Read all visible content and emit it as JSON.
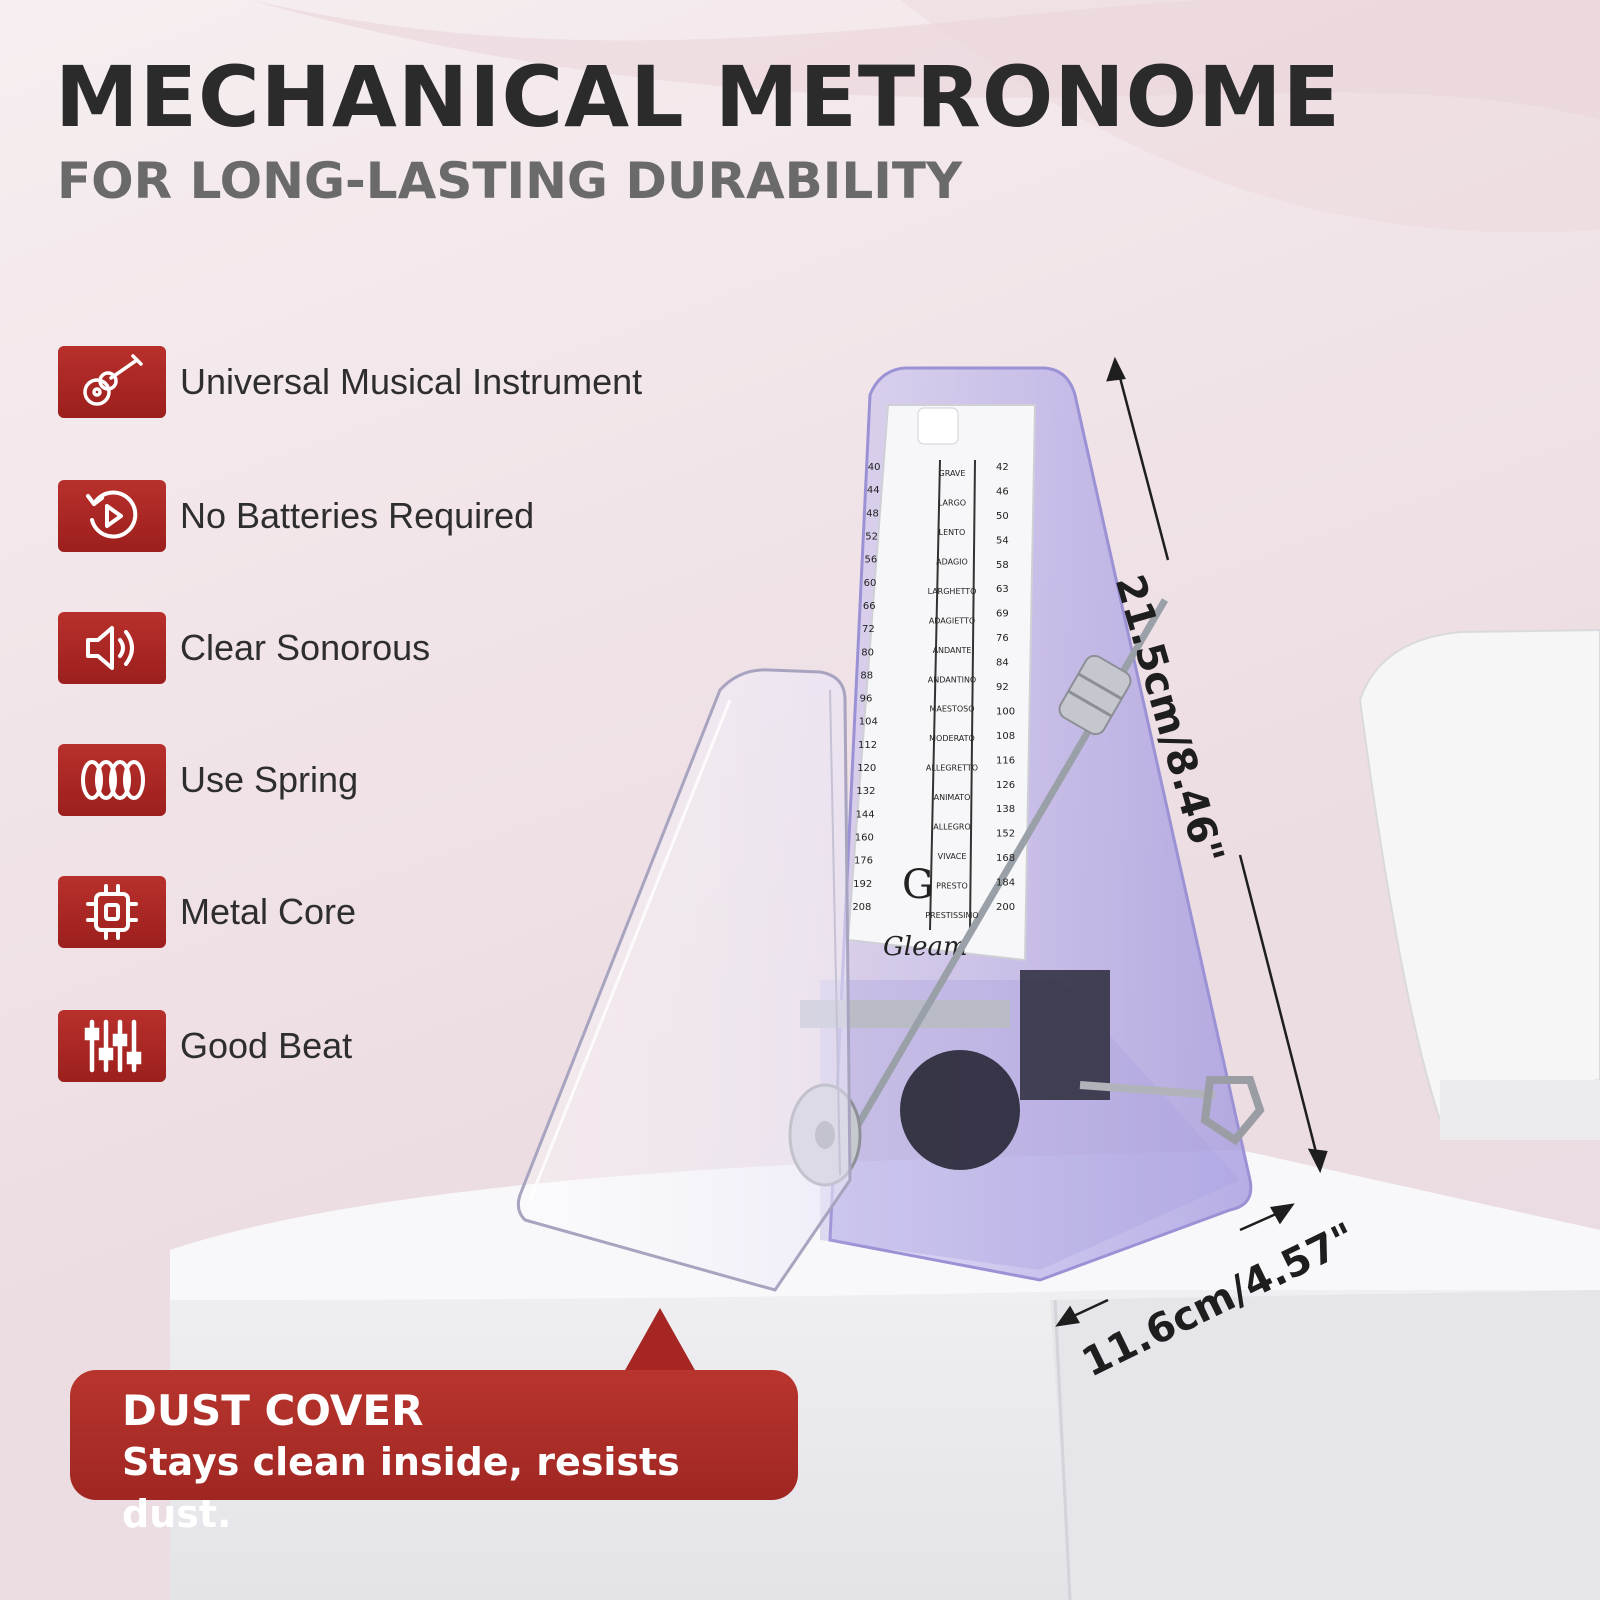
{
  "header": {
    "title": "MECHANICAL METRONOME",
    "subtitle": "FOR LONG-LASTING DURABILITY"
  },
  "features": [
    {
      "label": "Universal Musical Instrument",
      "icon": "guitar-icon"
    },
    {
      "label": "No Batteries Required",
      "icon": "play-circle-icon"
    },
    {
      "label": "Clear Sonorous",
      "icon": "speaker-icon"
    },
    {
      "label": "Use Spring",
      "icon": "spring-icon"
    },
    {
      "label": "Metal Core",
      "icon": "chip-icon"
    },
    {
      "label": "Good Beat",
      "icon": "sliders-icon"
    }
  ],
  "product": {
    "brand": "Gleam",
    "logo_letter": "G",
    "scale_left": [
      "40",
      "44",
      "48",
      "52",
      "56",
      "60",
      "66",
      "72",
      "80",
      "88",
      "96",
      "104",
      "112",
      "120",
      "132",
      "144",
      "160",
      "176",
      "192",
      "208"
    ],
    "scale_right": [
      "42",
      "46",
      "50",
      "54",
      "58",
      "63",
      "69",
      "76",
      "84",
      "92",
      "100",
      "108",
      "116",
      "126",
      "138",
      "152",
      "168",
      "184",
      "200"
    ],
    "tempo_terms": [
      "GRAVE",
      "LARGO",
      "LENTO",
      "ADAGIO",
      "LARGHETTO",
      "ADAGIETTO",
      "ANDANTE",
      "ANDANTINO",
      "MAESTOSO",
      "MODERATO",
      "ALLEGRETTO",
      "ANIMATO",
      "ALLEGRO",
      "VIVACE",
      "PRESTO",
      "PRESTISSIMO"
    ]
  },
  "dimensions": {
    "height": "21.5cm/8.46\"",
    "width": "11.6cm/4.57\""
  },
  "callout": {
    "title": "DUST COVER",
    "text": "Stays clean inside, resists dust."
  },
  "colors": {
    "accent": "#a8282a",
    "title": "#2b2b2b",
    "subtitle": "#6a6a6a",
    "body_lavender": "#b8b0e6"
  }
}
